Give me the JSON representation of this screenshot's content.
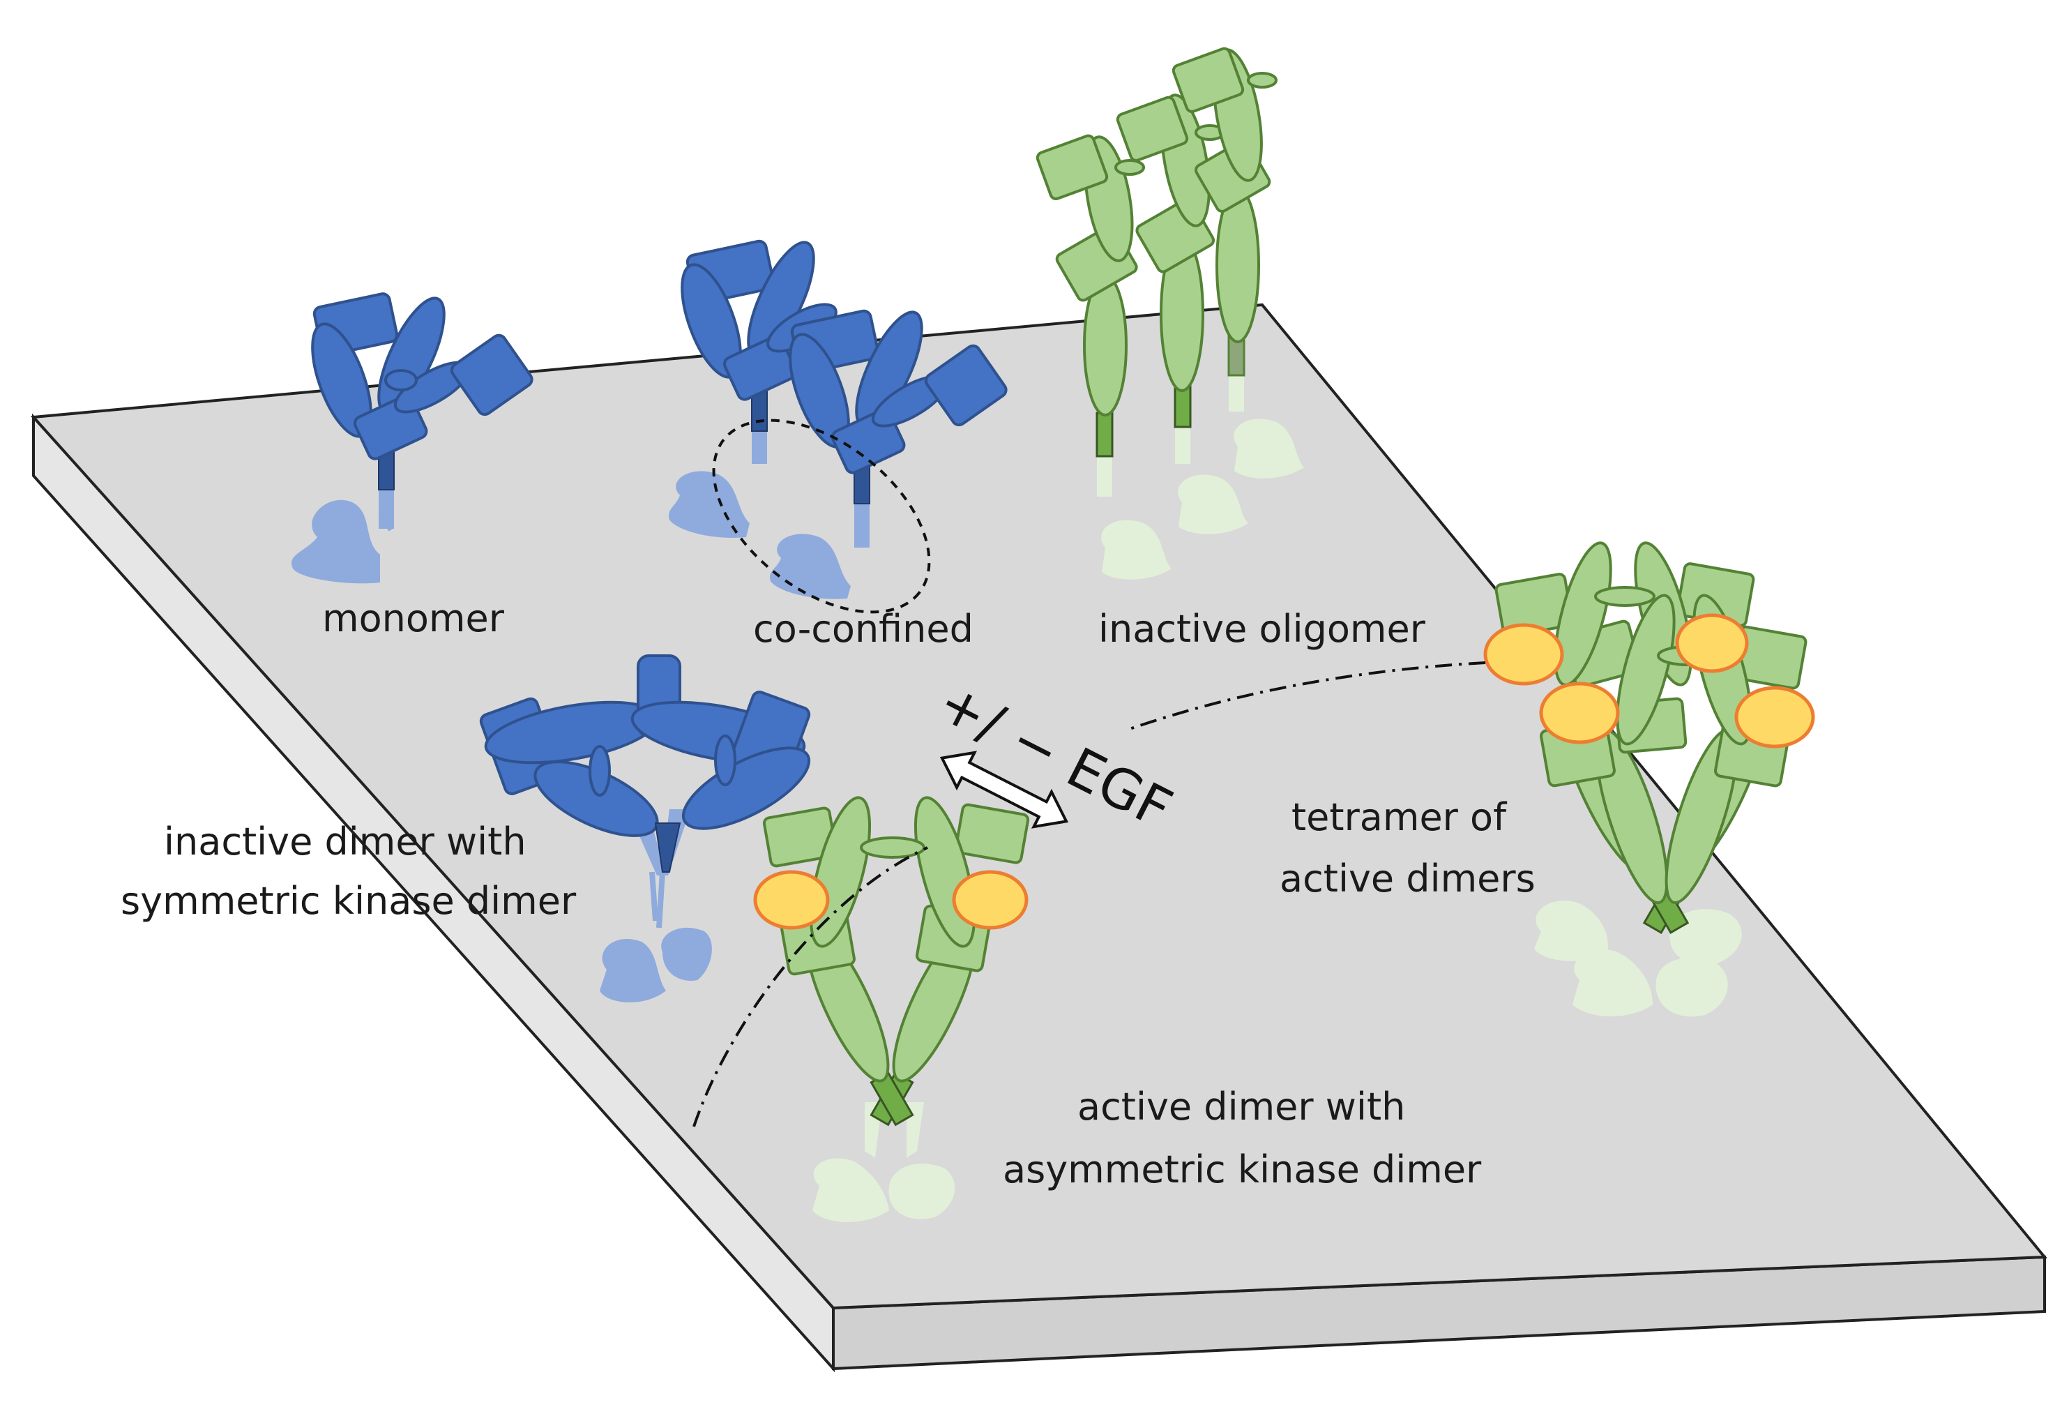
{
  "labels": {
    "monomer": "monomer",
    "co_confined": "co-confined",
    "inactive_oligomer": "inactive oligomer",
    "inactive_dimer_line1": "inactive dimer with",
    "inactive_dimer_line2": "symmetric kinase dimer",
    "egf": "+/ − EGF",
    "tetramer_line1": "tetramer of",
    "tetramer_line2": "active dimers",
    "active_dimer_line1": "active dimer with",
    "active_dimer_line2": "asymmetric kinase dimer"
  },
  "colors": {
    "inactive_receptor": "#4472c4",
    "active_receptor": "#a9d18e",
    "egf_ligand": "#ffd966",
    "membrane": "#d9d9d9"
  },
  "icons": [
    "receptor-monomer-icon",
    "receptor-dimer-icon",
    "receptor-oligomer-icon",
    "egf-ligand-icon",
    "double-arrow-icon"
  ]
}
